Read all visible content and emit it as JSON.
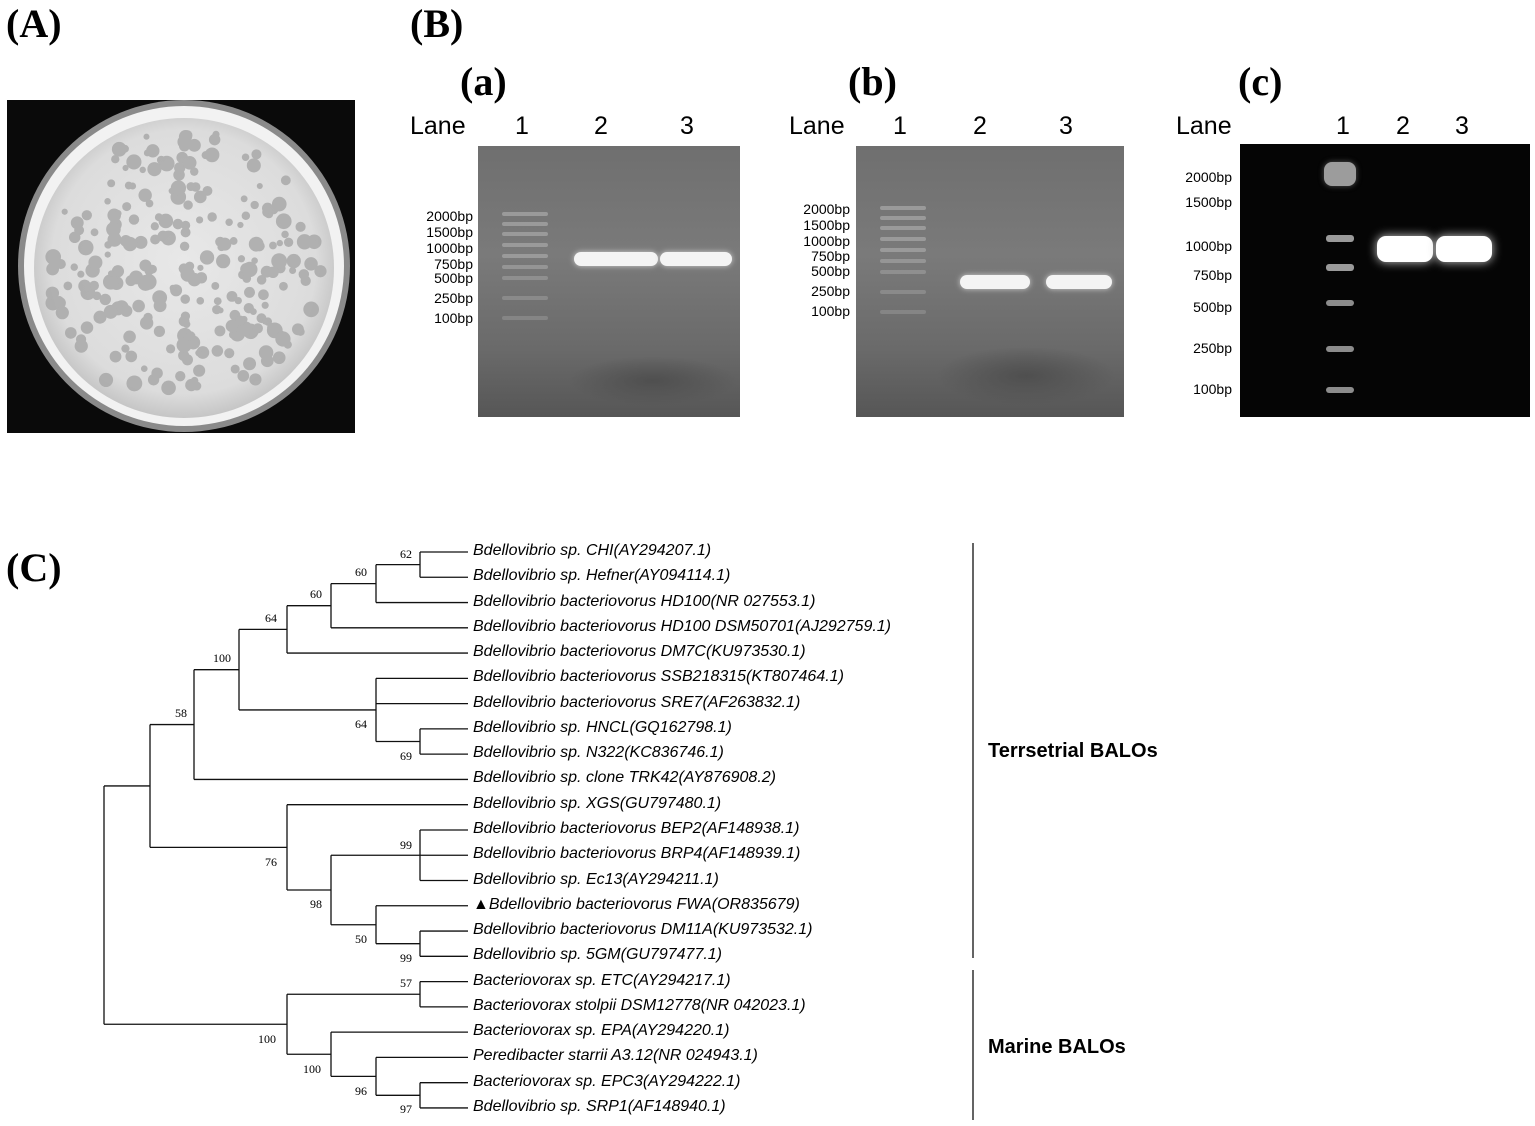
{
  "panels": {
    "A": "(A)",
    "B": "(B)",
    "C": "(C)",
    "a": "(a)",
    "b": "(b)",
    "c": "(c)"
  },
  "gels": {
    "a": {
      "lane_header": "Lane",
      "lanes": [
        "1",
        "2",
        "3"
      ],
      "markers": [
        "2000bp",
        "1500bp",
        "1000bp",
        "750bp",
        "500bp",
        "250bp",
        "100bp"
      ]
    },
    "b": {
      "lane_header": "Lane",
      "lanes": [
        "1",
        "2",
        "3"
      ],
      "markers": [
        "2000bp",
        "1500bp",
        "1000bp",
        "750bp",
        "500bp",
        "250bp",
        "100bp"
      ]
    },
    "c": {
      "lane_header": "Lane",
      "lanes": [
        "1",
        "2",
        "3"
      ],
      "markers": [
        "2000bp",
        "1500bp",
        "1000bp",
        "750bp",
        "500bp",
        "250bp",
        "100bp"
      ]
    }
  },
  "tree": {
    "taxa": [
      "Bdellovibrio sp. CHI(AY294207.1)",
      "Bdellovibrio sp. Hefner(AY094114.1)",
      "Bdellovibrio bacteriovorus HD100(NR 027553.1)",
      "Bdellovibrio bacteriovorus HD100 DSM50701(AJ292759.1)",
      "Bdellovibrio bacteriovorus DM7C(KU973530.1)",
      "Bdellovibrio bacteriovorus SSB218315(KT807464.1)",
      "Bdellovibrio bacteriovorus SRE7(AF263832.1)",
      "Bdellovibrio sp. HNCL(GQ162798.1)",
      "Bdellovibrio sp. N322(KC836746.1)",
      "Bdellovibrio sp. clone TRK42(AY876908.2)",
      "Bdellovibrio sp. XGS(GU797480.1)",
      "Bdellovibrio bacteriovorus BEP2(AF148938.1)",
      "Bdellovibrio bacteriovorus BRP4(AF148939.1)",
      "Bdellovibrio sp. Ec13(AY294211.1)",
      "▲Bdellovibrio bacteriovorus FWA(OR835679)",
      "Bdellovibrio bacteriovorus DM11A(KU973532.1)",
      "Bdellovibrio sp. 5GM(GU797477.1)",
      "Bacteriovorax sp. ETC(AY294217.1)",
      "Bacteriovorax stolpii DSM12778(NR 042023.1)",
      "Bacteriovorax sp. EPA(AY294220.1)",
      "Peredibacter starrii A3.12(NR 024943.1)",
      "Bacteriovorax sp. EPC3(AY294222.1)",
      "Bdellovibrio sp. SRP1(AF148940.1)"
    ],
    "bootstrap": [
      "62",
      "60",
      "60",
      "64",
      "100",
      "58",
      "64",
      "69",
      "99",
      "76",
      "98",
      "50",
      "99",
      "57",
      "100",
      "100",
      "96",
      "97"
    ],
    "groups": [
      "Terrsetrial BALOs",
      "Marine BALOs"
    ]
  }
}
